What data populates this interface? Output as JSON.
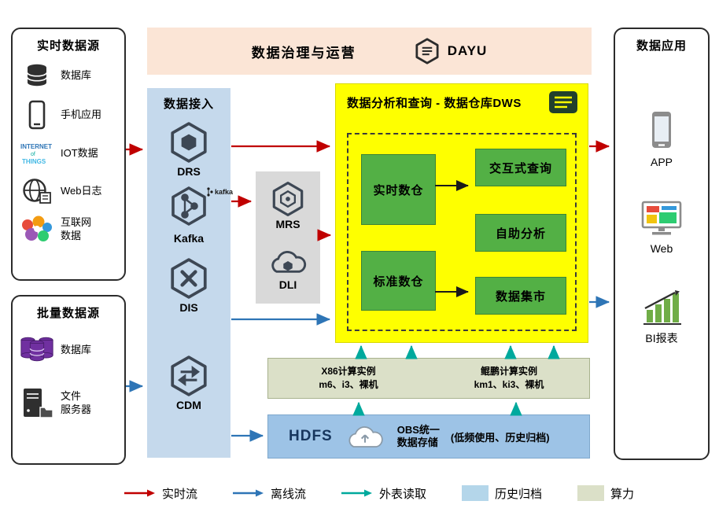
{
  "banner": {
    "title": "数据治理与运营",
    "logo_text": "DAYU",
    "logo_icon": "dayu-hexagon-icon"
  },
  "realtime_sources": {
    "title": "实时数据源",
    "items": [
      {
        "label": "数据库",
        "icon": "database-icon"
      },
      {
        "label": "手机应用",
        "icon": "phone-icon"
      },
      {
        "label": "IOT数据",
        "icon": "iot-icon"
      },
      {
        "label": "Web日志",
        "icon": "web-globe-icon"
      },
      {
        "label": "互联网\n数据",
        "icon": "internet-bubbles-icon"
      }
    ]
  },
  "batch_sources": {
    "title": "批量数据源",
    "items": [
      {
        "label": "数据库",
        "icon": "purple-database-cluster-icon"
      },
      {
        "label": "文件\n服务器",
        "icon": "file-server-icon"
      }
    ]
  },
  "ingestion": {
    "title": "数据接入",
    "items": [
      {
        "label": "DRS",
        "icon": "drs-hexagon-icon"
      },
      {
        "label": "Kafka",
        "icon": "kafka-hexagon-icon",
        "badge": "kafka"
      },
      {
        "label": "DIS",
        "icon": "dis-hexagon-icon"
      },
      {
        "label": "CDM",
        "icon": "cdm-hexagon-icon"
      }
    ]
  },
  "processing": {
    "items": [
      {
        "label": "MRS",
        "icon": "mrs-hexagon-icon"
      },
      {
        "label": "DLI",
        "icon": "dli-cloud-icon"
      }
    ]
  },
  "dws": {
    "title": "数据分析和查询 - 数据仓库DWS",
    "title_icon": "dws-document-icon",
    "warehouses": [
      {
        "label": "实时数仓"
      },
      {
        "label": "标准数仓"
      }
    ],
    "services": [
      {
        "label": "交互式查询"
      },
      {
        "label": "自助分析"
      },
      {
        "label": "数据集市"
      }
    ]
  },
  "compute": {
    "x86_title": "X86计算实例",
    "x86_detail": "m6、i3、裸机",
    "kunpeng_title": "鲲鹏计算实例",
    "kunpeng_detail": "km1、ki3、裸机"
  },
  "storage": {
    "hdfs_label": "HDFS",
    "obs_icon": "obs-cloud-icon",
    "obs_label": "OBS统一\n数据存储",
    "obs_note": "(低频使用、历史归档)"
  },
  "applications": {
    "title": "数据应用",
    "items": [
      {
        "label": "APP",
        "icon": "app-phone-icon"
      },
      {
        "label": "Web",
        "icon": "web-monitor-icon"
      },
      {
        "label": "BI报表",
        "icon": "bi-chart-icon"
      }
    ]
  },
  "legend": [
    {
      "label": "实时流",
      "type": "arrow",
      "color": "#c00000"
    },
    {
      "label": "离线流",
      "type": "arrow",
      "color": "#2e75b6"
    },
    {
      "label": "外表读取",
      "type": "arrow",
      "color": "#00a99d"
    },
    {
      "label": "历史归档",
      "type": "box",
      "color": "#b4d6ea"
    },
    {
      "label": "算力",
      "type": "box",
      "color": "#dbe0c8"
    }
  ],
  "colors": {
    "realtime_flow": "#c00000",
    "offline_flow": "#2e75b6",
    "external_read": "#00a99d",
    "dws_background": "#feff00",
    "green_module": "#53b045",
    "ingestion_background": "#c5d9ec",
    "processing_background": "#d9d9d9",
    "banner_background": "#fbe5d6",
    "storage_background": "#9dc3e6",
    "compute_background": "#dbe0c8"
  }
}
